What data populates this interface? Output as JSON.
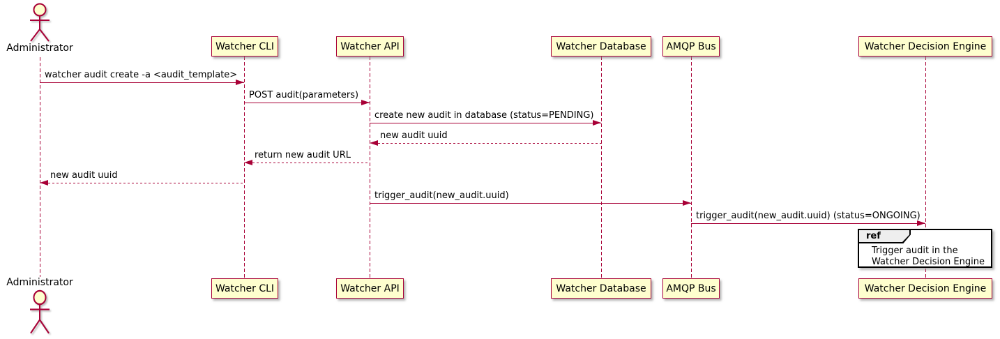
{
  "diagram_type": "uml-sequence-diagram",
  "colors": {
    "accent": "#A80036",
    "participant_fill": "#FEFECE",
    "text": "#000000",
    "background": "#FFFFFF",
    "ref_border": "#000000",
    "ref_header_fill": "#EEEEEE"
  },
  "actor": {
    "label": "Administrator",
    "icon": "stick-figure-actor-icon"
  },
  "participants": [
    {
      "label": "Watcher CLI"
    },
    {
      "label": "Watcher API"
    },
    {
      "label": "Watcher Database"
    },
    {
      "label": "AMQP Bus"
    },
    {
      "label": "Watcher Decision Engine"
    }
  ],
  "messages": [
    {
      "label": "watcher audit create -a <audit_template>",
      "from": "Administrator",
      "to": "Watcher CLI",
      "style": "solid",
      "direction": "right"
    },
    {
      "label": "POST audit(parameters)",
      "from": "Watcher CLI",
      "to": "Watcher API",
      "style": "solid",
      "direction": "right"
    },
    {
      "label": "create new audit in database (status=PENDING)",
      "from": "Watcher API",
      "to": "Watcher Database",
      "style": "solid",
      "direction": "right"
    },
    {
      "label": "new audit uuid",
      "from": "Watcher Database",
      "to": "Watcher API",
      "style": "dashed",
      "direction": "left"
    },
    {
      "label": "return new audit URL",
      "from": "Watcher API",
      "to": "Watcher CLI",
      "style": "dashed",
      "direction": "left"
    },
    {
      "label": "new audit uuid",
      "from": "Watcher CLI",
      "to": "Administrator",
      "style": "dashed",
      "direction": "left"
    },
    {
      "label": "trigger_audit(new_audit.uuid)",
      "from": "Watcher API",
      "to": "AMQP Bus",
      "style": "solid",
      "direction": "right"
    },
    {
      "label": "trigger_audit(new_audit.uuid) (status=ONGOING)",
      "from": "AMQP Bus",
      "to": "Watcher Decision Engine",
      "style": "solid",
      "direction": "right"
    }
  ],
  "ref_fragment": {
    "keyword": "ref",
    "line1": "Trigger audit in the",
    "line2": "Watcher Decision Engine",
    "over": "Watcher Decision Engine"
  }
}
